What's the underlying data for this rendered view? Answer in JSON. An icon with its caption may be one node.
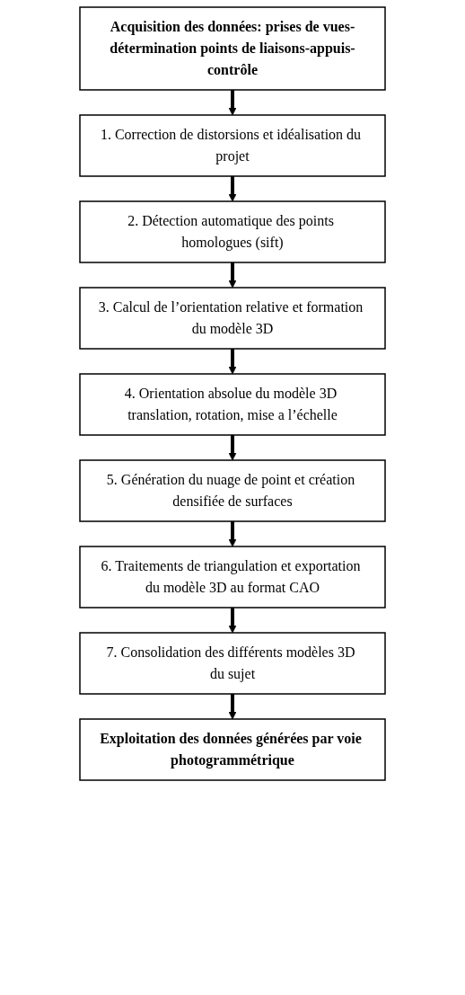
{
  "diagram": {
    "nodes": [
      {
        "text": [
          "Acquisition des données: prises de vues-détermination points de liaisons-appuis-contrôle"
        ]
      },
      {
        "text": [
          "1. Correction de distorsions et idéalisation du projet"
        ]
      },
      {
        "text": [
          "2. Détection automatique des points homologues (sift)"
        ]
      },
      {
        "text": [
          "3. Calcul de l’orientation relative et formation du modèle 3D"
        ]
      },
      {
        "text": [
          "4. Orientation absolue du modèle 3D translation, rotation, mise a l’échelle"
        ]
      },
      {
        "text": [
          "5. Génération du nuage de point et création densifiée de surfaces"
        ]
      },
      {
        "text": [
          "6. Traitements de triangulation et exportation du modèle 3D au format CAO"
        ]
      },
      {
        "text": [
          "7. Consolidation des différents modèles 3D du sujet"
        ]
      },
      {
        "text": [
          "Exploitation des données générées par voie photogrammétrique"
        ]
      }
    ],
    "edges": [
      {
        "from": 0,
        "to": 1,
        "arrow": "to"
      },
      {
        "from": 1,
        "to": 2,
        "arrow": "to"
      },
      {
        "from": 2,
        "to": 3,
        "arrow": "to"
      },
      {
        "from": 3,
        "to": 4,
        "arrow": "to"
      },
      {
        "from": 4,
        "to": 5,
        "arrow": "to"
      },
      {
        "from": 5,
        "to": 6,
        "arrow": "to"
      },
      {
        "from": 6,
        "to": 7,
        "arrow": "to"
      },
      {
        "from": 7,
        "to": 8,
        "arrow": "to"
      }
    ]
  }
}
